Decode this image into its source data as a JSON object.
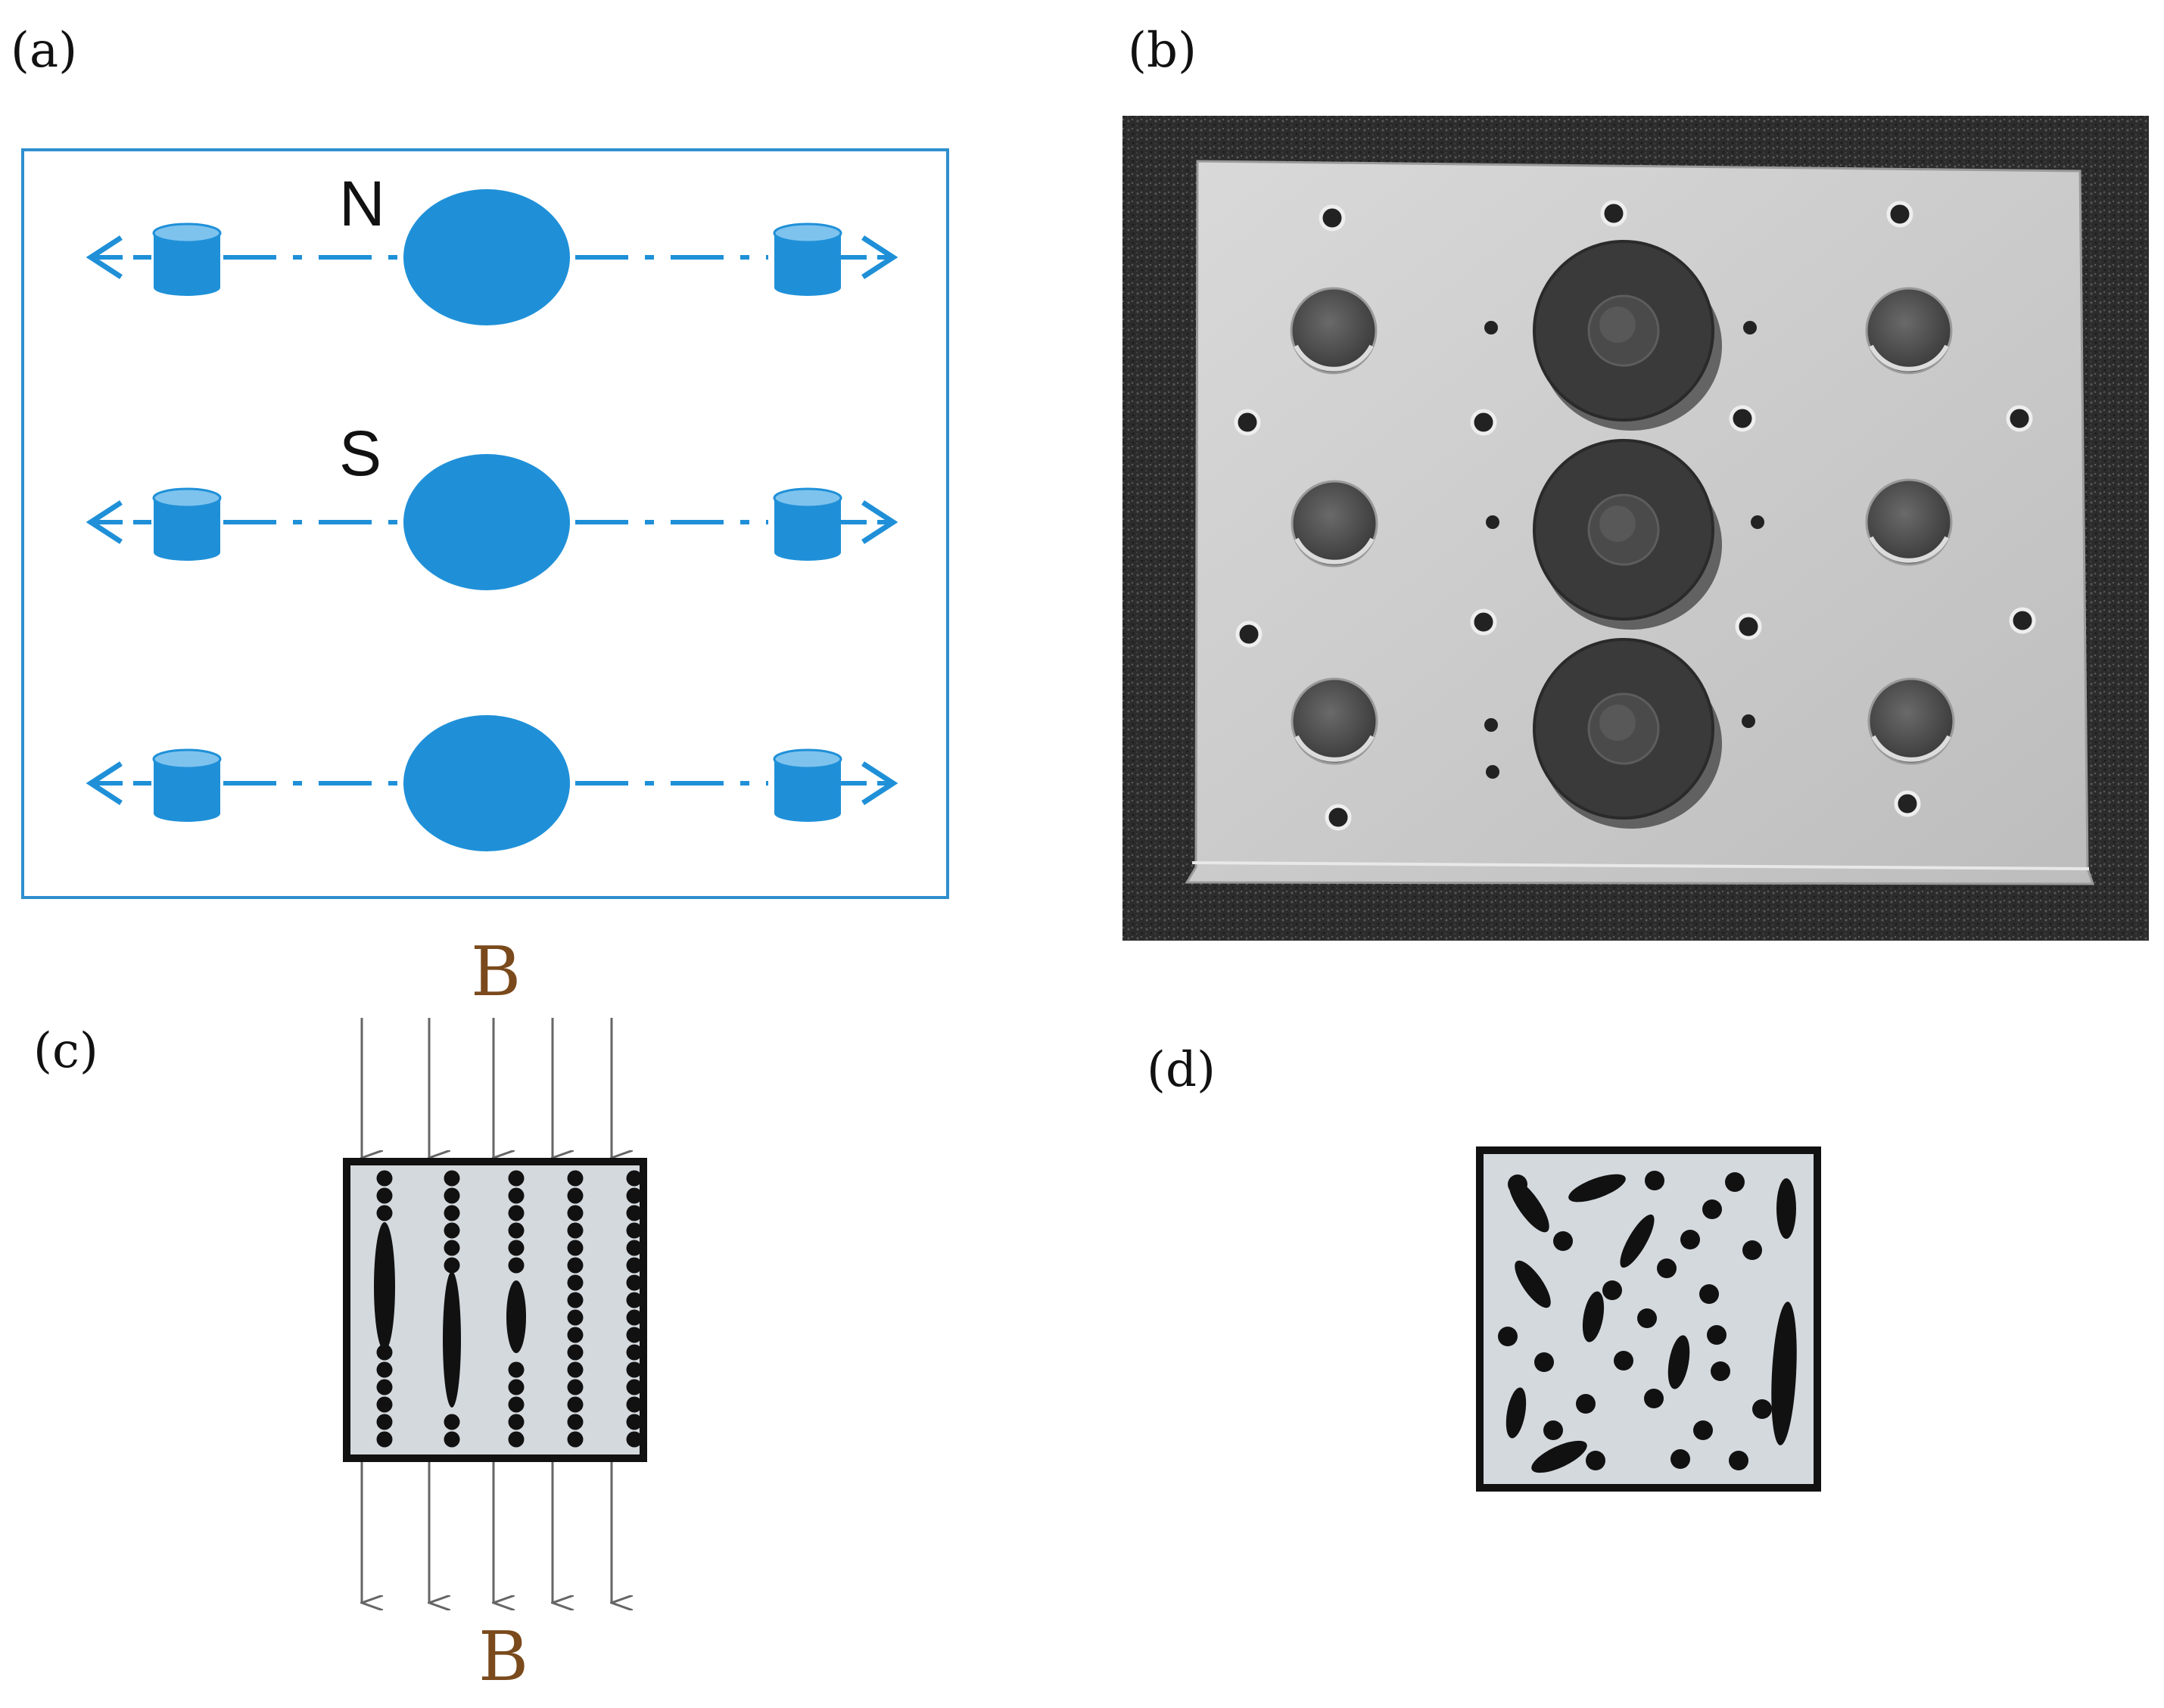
{
  "panels": {
    "a": {
      "label": "(a)",
      "poles": {
        "north": "N",
        "south": "S"
      },
      "colors": {
        "accent": "#1f90d8",
        "frame": "#2f8fcf"
      },
      "rows": 3
    },
    "b": {
      "label": "(b)",
      "content": "grayscale photo of plate with three ring magnets and holes",
      "colors": {
        "background": "#2e2e2e",
        "plate": "#c8c8c8",
        "magnet": "#3a3a3a"
      }
    },
    "c": {
      "label": "(c)",
      "field_top": "B",
      "field_bottom": "B",
      "colors": {
        "sample": "#d4d9de",
        "particle": "#111111",
        "arrow": "#666666",
        "letter": "#7a4a1c"
      }
    },
    "d": {
      "label": "(d)",
      "colors": {
        "sample": "#d4d9de",
        "particle": "#111111"
      }
    }
  }
}
